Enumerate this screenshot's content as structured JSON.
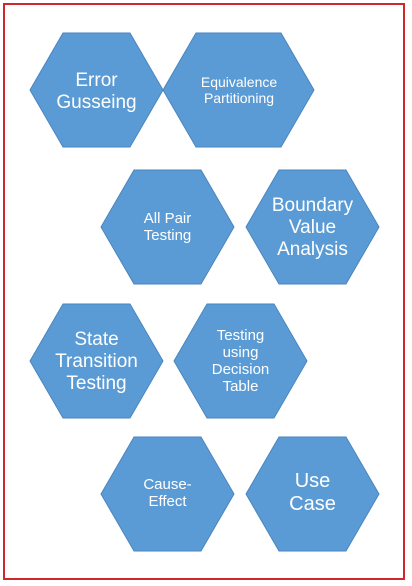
{
  "colors": {
    "hex_fill": "#5b9bd5",
    "hex_stroke": "#4a86bf",
    "frame": "#d0262e",
    "text": "#ffffff"
  },
  "hexagons": [
    {
      "id": "error-guessing",
      "label": "Error\nGusseing"
    },
    {
      "id": "equivalence",
      "label": "Equivalence\nPartitioning"
    },
    {
      "id": "all-pair",
      "label": "All Pair\nTesting"
    },
    {
      "id": "boundary-value",
      "label": "Boundary\nValue\nAnalysis"
    },
    {
      "id": "state-transition",
      "label": "State\nTransition\nTesting"
    },
    {
      "id": "decision-table",
      "label": "Testing\nusing\nDecision\nTable"
    },
    {
      "id": "cause-effect",
      "label": "Cause-\nEffect"
    },
    {
      "id": "use-case",
      "label": "Use\nCase"
    }
  ]
}
